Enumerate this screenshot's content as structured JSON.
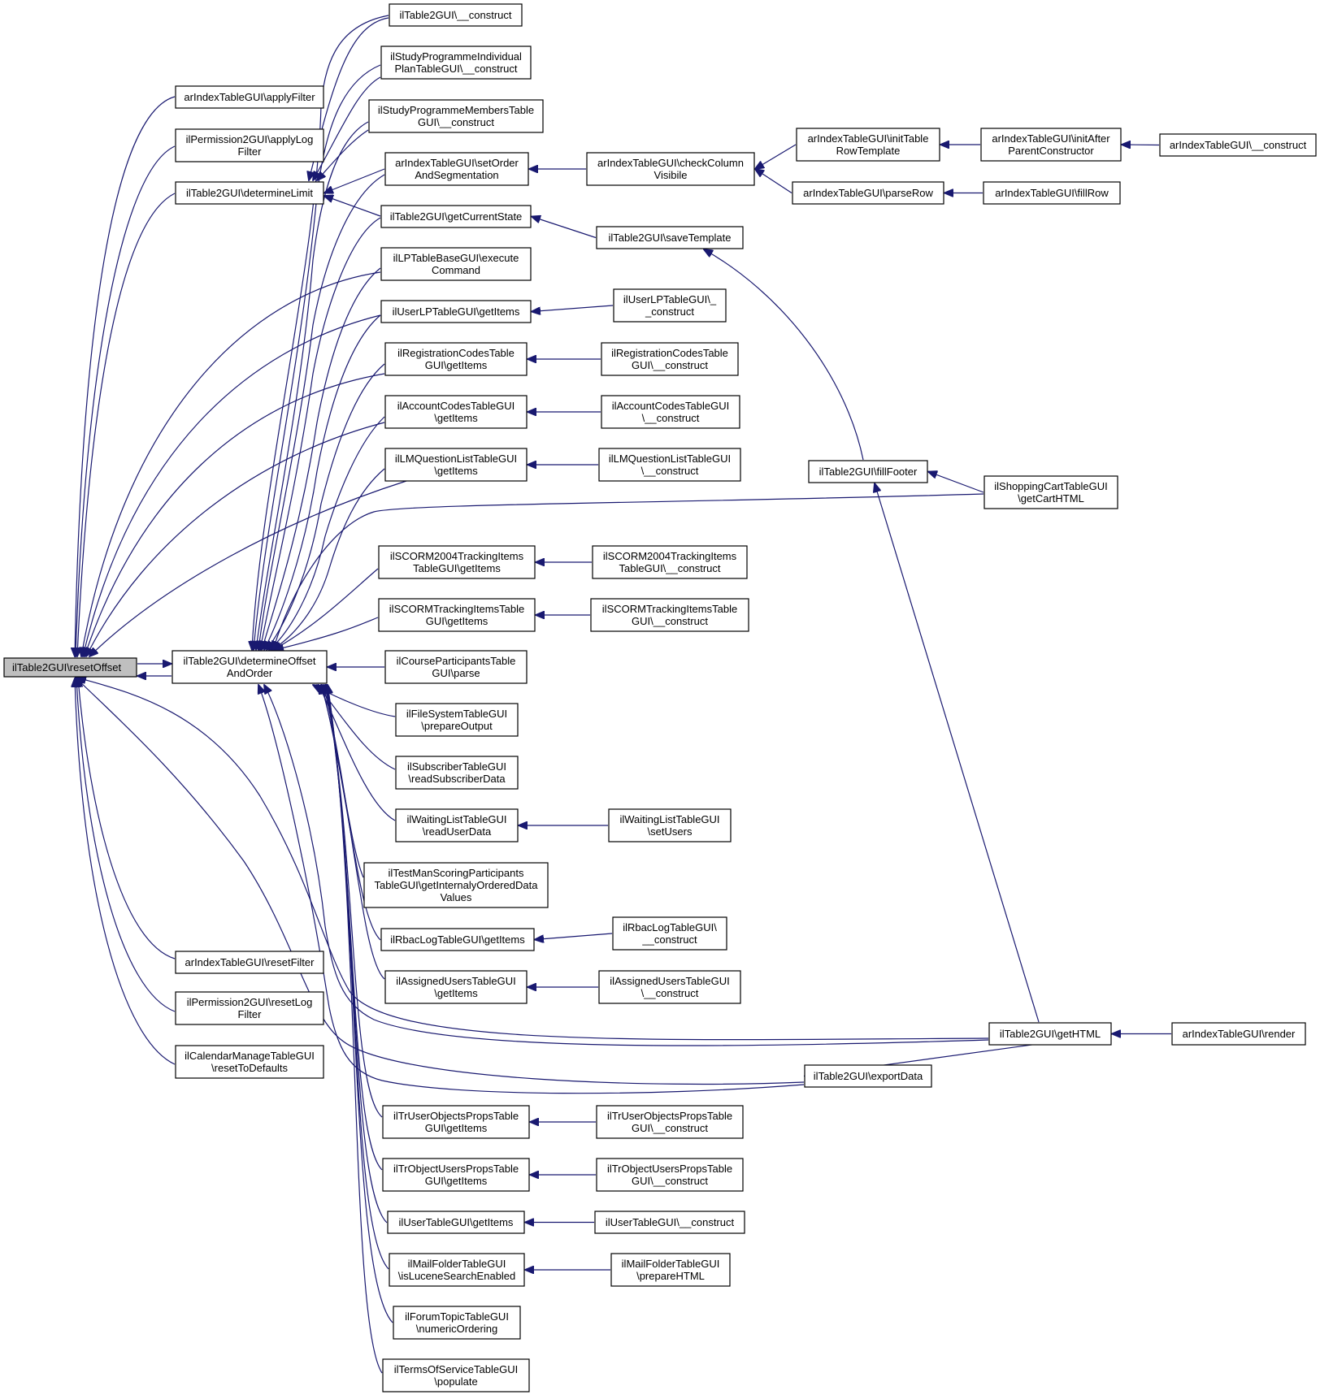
{
  "colors": {
    "edge": "#191970",
    "node_border": "#000000",
    "root_fill": "#bfbfbf",
    "node_fill": "#ffffff"
  },
  "nodes": [
    {
      "id": "resetOffset",
      "label": "ilTable2GUI\\resetOffset",
      "root": true
    },
    {
      "id": "applyFilter",
      "label": "arIndexTableGUI\\applyFilter"
    },
    {
      "id": "applyLogFilter",
      "label": "ilPermission2GUI\\applyLog\nFilter"
    },
    {
      "id": "determineLimit",
      "label": "ilTable2GUI\\determineLimit"
    },
    {
      "id": "determineOffsetAndOrder",
      "label": "ilTable2GUI\\determineOffset\nAndOrder"
    },
    {
      "id": "resetFilter",
      "label": "arIndexTableGUI\\resetFilter"
    },
    {
      "id": "resetLogFilter",
      "label": "ilPermission2GUI\\resetLog\nFilter"
    },
    {
      "id": "resetToDefaults",
      "label": "ilCalendarManageTableGUI\n\\resetToDefaults"
    },
    {
      "id": "t2construct",
      "label": "ilTable2GUI\\__construct"
    },
    {
      "id": "spIndividual",
      "label": "ilStudyProgrammeIndividual\nPlanTableGUI\\__construct"
    },
    {
      "id": "spMembers",
      "label": "ilStudyProgrammeMembersTable\nGUI\\__construct"
    },
    {
      "id": "setOrderAndSeg",
      "label": "arIndexTableGUI\\setOrder\nAndSegmentation"
    },
    {
      "id": "getCurrentState",
      "label": "ilTable2GUI\\getCurrentState"
    },
    {
      "id": "lpExecute",
      "label": "ilLPTableBaseGUI\\execute\nCommand"
    },
    {
      "id": "userLPGetItems",
      "label": "ilUserLPTableGUI\\getItems"
    },
    {
      "id": "regCodesGetItems",
      "label": "ilRegistrationCodesTable\nGUI\\getItems"
    },
    {
      "id": "accCodesGetItems",
      "label": "ilAccountCodesTableGUI\n\\getItems"
    },
    {
      "id": "lmqGetItems",
      "label": "ilLMQuestionListTableGUI\n\\getItems"
    },
    {
      "id": "scorm2004GetItems",
      "label": "ilSCORM2004TrackingItems\nTableGUI\\getItems"
    },
    {
      "id": "scormGetItems",
      "label": "ilSCORMTrackingItemsTable\nGUI\\getItems"
    },
    {
      "id": "courseParse",
      "label": "ilCourseParticipantsTable\nGUI\\parse"
    },
    {
      "id": "fsPrepare",
      "label": "ilFileSystemTableGUI\n\\prepareOutput"
    },
    {
      "id": "subscriberRead",
      "label": "ilSubscriberTableGUI\n\\readSubscriberData"
    },
    {
      "id": "waitingRead",
      "label": "ilWaitingListTableGUI\n\\readUserData"
    },
    {
      "id": "testMan",
      "label": "ilTestManScoringParticipants\nTableGUI\\getInternalyOrderedData\nValues"
    },
    {
      "id": "rbacGetItems",
      "label": "ilRbacLogTableGUI\\getItems"
    },
    {
      "id": "assignedGetItems",
      "label": "ilAssignedUsersTableGUI\n\\getItems"
    },
    {
      "id": "trUserObjGetItems",
      "label": "ilTrUserObjectsPropsTable\nGUI\\getItems"
    },
    {
      "id": "trObjUsersGetItems",
      "label": "ilTrObjectUsersPropsTable\nGUI\\getItems"
    },
    {
      "id": "userTableGetItems",
      "label": "ilUserTableGUI\\getItems"
    },
    {
      "id": "mailLucene",
      "label": "ilMailFolderTableGUI\n\\isLuceneSearchEnabled"
    },
    {
      "id": "forumNumeric",
      "label": "ilForumTopicTableGUI\n\\numericOrdering"
    },
    {
      "id": "tosPopulate",
      "label": "ilTermsOfServiceTableGUI\n\\populate"
    },
    {
      "id": "checkColumn",
      "label": "arIndexTableGUI\\checkColumn\nVisibile"
    },
    {
      "id": "saveTemplate",
      "label": "ilTable2GUI\\saveTemplate"
    },
    {
      "id": "userLPConstruct",
      "label": "ilUserLPTableGUI\\_\n_construct"
    },
    {
      "id": "regCodesConstruct",
      "label": "ilRegistrationCodesTable\nGUI\\__construct"
    },
    {
      "id": "accCodesConstruct",
      "label": "ilAccountCodesTableGUI\n\\__construct"
    },
    {
      "id": "lmqConstruct",
      "label": "ilLMQuestionListTableGUI\n\\__construct"
    },
    {
      "id": "scorm2004Construct",
      "label": "ilSCORM2004TrackingItems\nTableGUI\\__construct"
    },
    {
      "id": "scormConstruct",
      "label": "ilSCORMTrackingItemsTable\nGUI\\__construct"
    },
    {
      "id": "waitingSetUsers",
      "label": "ilWaitingListTableGUI\n\\setUsers"
    },
    {
      "id": "rbacConstruct",
      "label": "ilRbacLogTableGUI\\\n__construct"
    },
    {
      "id": "assignedConstruct",
      "label": "ilAssignedUsersTableGUI\n\\__construct"
    },
    {
      "id": "trUserObjConstruct",
      "label": "ilTrUserObjectsPropsTable\nGUI\\__construct"
    },
    {
      "id": "trObjUsersConstruct",
      "label": "ilTrObjectUsersPropsTable\nGUI\\__construct"
    },
    {
      "id": "userTableConstruct",
      "label": "ilUserTableGUI\\__construct"
    },
    {
      "id": "mailPrepare",
      "label": "ilMailFolderTableGUI\n\\prepareHTML"
    },
    {
      "id": "initTableRow",
      "label": "arIndexTableGUI\\initTable\nRowTemplate"
    },
    {
      "id": "parseRow",
      "label": "arIndexTableGUI\\parseRow"
    },
    {
      "id": "initAfterParent",
      "label": "arIndexTableGUI\\initAfter\nParentConstructor"
    },
    {
      "id": "arConstruct",
      "label": "arIndexTableGUI\\__construct"
    },
    {
      "id": "fillRow",
      "label": "arIndexTableGUI\\fillRow"
    },
    {
      "id": "fillFooter",
      "label": "ilTable2GUI\\fillFooter"
    },
    {
      "id": "shoppingCart",
      "label": "ilShoppingCartTableGUI\n\\getCartHTML"
    },
    {
      "id": "getHTML",
      "label": "ilTable2GUI\\getHTML"
    },
    {
      "id": "exportData",
      "label": "ilTable2GUI\\exportData"
    },
    {
      "id": "arRender",
      "label": "arIndexTableGUI\\render"
    }
  ],
  "edges": [
    [
      "applyFilter",
      "resetOffset"
    ],
    [
      "applyLogFilter",
      "resetOffset"
    ],
    [
      "determineLimit",
      "resetOffset"
    ],
    [
      "determineOffsetAndOrder",
      "resetOffset"
    ],
    [
      "resetOffset",
      "determineOffsetAndOrder"
    ],
    [
      "resetFilter",
      "resetOffset"
    ],
    [
      "resetLogFilter",
      "resetOffset"
    ],
    [
      "resetToDefaults",
      "resetOffset"
    ],
    [
      "lpExecute",
      "resetOffset"
    ],
    [
      "userLPGetItems",
      "resetOffset"
    ],
    [
      "regCodesGetItems",
      "resetOffset"
    ],
    [
      "accCodesGetItems",
      "resetOffset"
    ],
    [
      "lmqGetItems",
      "resetOffset"
    ],
    [
      "getHTML",
      "resetOffset"
    ],
    [
      "exportData",
      "resetOffset"
    ],
    [
      "t2construct",
      "determineLimit"
    ],
    [
      "spIndividual",
      "determineLimit"
    ],
    [
      "spMembers",
      "determineLimit"
    ],
    [
      "setOrderAndSeg",
      "determineLimit"
    ],
    [
      "getCurrentState",
      "determineLimit"
    ],
    [
      "t2construct",
      "determineOffsetAndOrder"
    ],
    [
      "spIndividual",
      "determineOffsetAndOrder"
    ],
    [
      "spMembers",
      "determineOffsetAndOrder"
    ],
    [
      "setOrderAndSeg",
      "determineOffsetAndOrder"
    ],
    [
      "getCurrentState",
      "determineOffsetAndOrder"
    ],
    [
      "lpExecute",
      "determineOffsetAndOrder"
    ],
    [
      "userLPGetItems",
      "determineOffsetAndOrder"
    ],
    [
      "regCodesGetItems",
      "determineOffsetAndOrder"
    ],
    [
      "accCodesGetItems",
      "determineOffsetAndOrder"
    ],
    [
      "lmqGetItems",
      "determineOffsetAndOrder"
    ],
    [
      "scorm2004GetItems",
      "determineOffsetAndOrder"
    ],
    [
      "scormGetItems",
      "determineOffsetAndOrder"
    ],
    [
      "courseParse",
      "determineOffsetAndOrder"
    ],
    [
      "fsPrepare",
      "determineOffsetAndOrder"
    ],
    [
      "subscriberRead",
      "determineOffsetAndOrder"
    ],
    [
      "waitingRead",
      "determineOffsetAndOrder"
    ],
    [
      "testMan",
      "determineOffsetAndOrder"
    ],
    [
      "rbacGetItems",
      "determineOffsetAndOrder"
    ],
    [
      "assignedGetItems",
      "determineOffsetAndOrder"
    ],
    [
      "trUserObjGetItems",
      "determineOffsetAndOrder"
    ],
    [
      "trObjUsersGetItems",
      "determineOffsetAndOrder"
    ],
    [
      "userTableGetItems",
      "determineOffsetAndOrder"
    ],
    [
      "mailLucene",
      "determineOffsetAndOrder"
    ],
    [
      "forumNumeric",
      "determineOffsetAndOrder"
    ],
    [
      "tosPopulate",
      "determineOffsetAndOrder"
    ],
    [
      "shoppingCart",
      "determineOffsetAndOrder"
    ],
    [
      "getHTML",
      "determineOffsetAndOrder"
    ],
    [
      "exportData",
      "determineOffsetAndOrder"
    ],
    [
      "checkColumn",
      "setOrderAndSeg"
    ],
    [
      "saveTemplate",
      "getCurrentState"
    ],
    [
      "userLPConstruct",
      "userLPGetItems"
    ],
    [
      "regCodesConstruct",
      "regCodesGetItems"
    ],
    [
      "accCodesConstruct",
      "accCodesGetItems"
    ],
    [
      "lmqConstruct",
      "lmqGetItems"
    ],
    [
      "scorm2004Construct",
      "scorm2004GetItems"
    ],
    [
      "scormConstruct",
      "scormGetItems"
    ],
    [
      "waitingSetUsers",
      "waitingRead"
    ],
    [
      "rbacConstruct",
      "rbacGetItems"
    ],
    [
      "assignedConstruct",
      "assignedGetItems"
    ],
    [
      "trUserObjConstruct",
      "trUserObjGetItems"
    ],
    [
      "trObjUsersConstruct",
      "trObjUsersGetItems"
    ],
    [
      "userTableConstruct",
      "userTableGetItems"
    ],
    [
      "mailPrepare",
      "mailLucene"
    ],
    [
      "initTableRow",
      "checkColumn"
    ],
    [
      "parseRow",
      "checkColumn"
    ],
    [
      "initAfterParent",
      "initTableRow"
    ],
    [
      "arConstruct",
      "initAfterParent"
    ],
    [
      "fillRow",
      "parseRow"
    ],
    [
      "fillFooter",
      "saveTemplate"
    ],
    [
      "shoppingCart",
      "fillFooter"
    ],
    [
      "getHTML",
      "fillFooter"
    ],
    [
      "exportData",
      "getHTML"
    ],
    [
      "arRender",
      "getHTML"
    ]
  ]
}
